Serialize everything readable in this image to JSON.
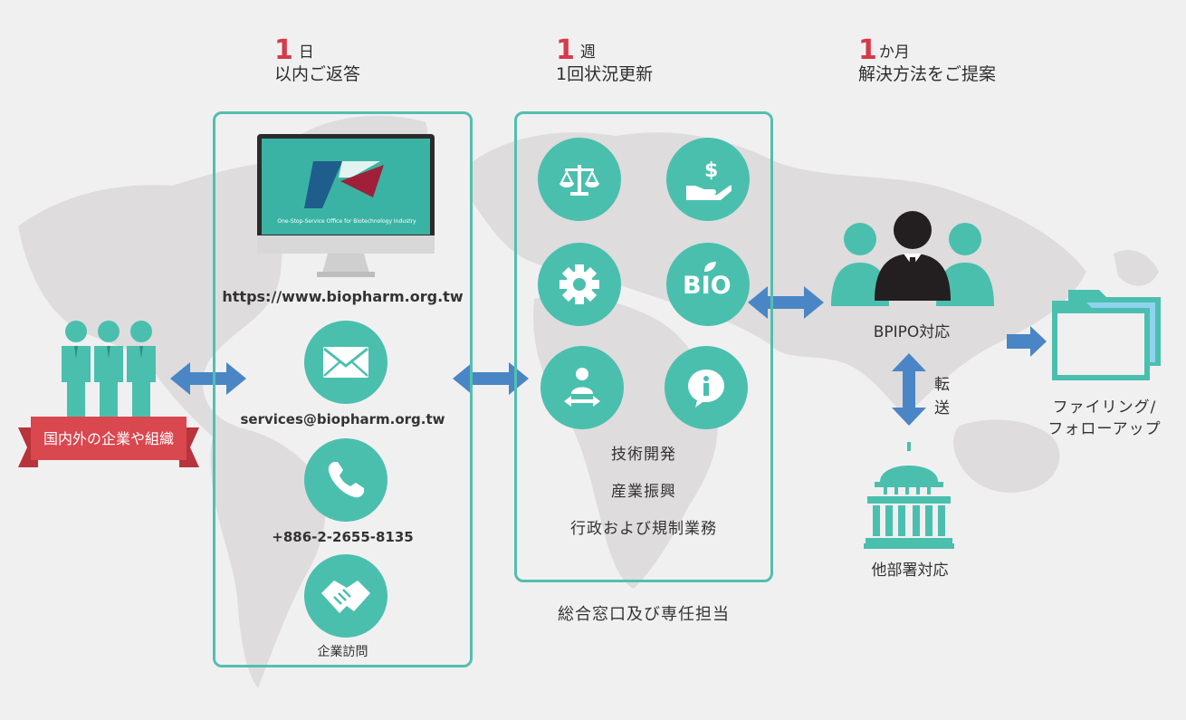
{
  "headers": [
    {
      "number": "1",
      "unit": "日",
      "desc": "以内ご返答"
    },
    {
      "number": "1",
      "unit": "週",
      "desc": "1回状況更新"
    },
    {
      "number": "1",
      "unit": "か月",
      "desc": "解決方法をご提案"
    }
  ],
  "left": {
    "banner_label": "国内外の企業や組織"
  },
  "contact_box": {
    "monitor_caption": "One-Stop-Service Office for Biotechnology Industry",
    "website": "https://www.biopharm.org.tw",
    "email": "services@biopharm.org.tw",
    "phone": "+886-2-2655-8135",
    "visit_label": "企業訪問"
  },
  "service_box": {
    "bio_label": "BIO",
    "items": [
      "技術開発",
      "産業振興",
      "行政および規制業務"
    ],
    "caption": "総合窓口及び専任担当"
  },
  "right": {
    "bpipo_label": "BPIPO対応",
    "transfer_label": [
      "転",
      "送"
    ],
    "other_dept_label": "他部署対応",
    "filing_label": [
      "ファイリング/",
      "フォローアップ"
    ]
  },
  "colors": {
    "teal": "#4bbfae",
    "accent_red": "#d63a4a",
    "arrow_blue": "#4a86c5",
    "banner_red": "#d9474f",
    "map_gray": "#dedcdd"
  }
}
